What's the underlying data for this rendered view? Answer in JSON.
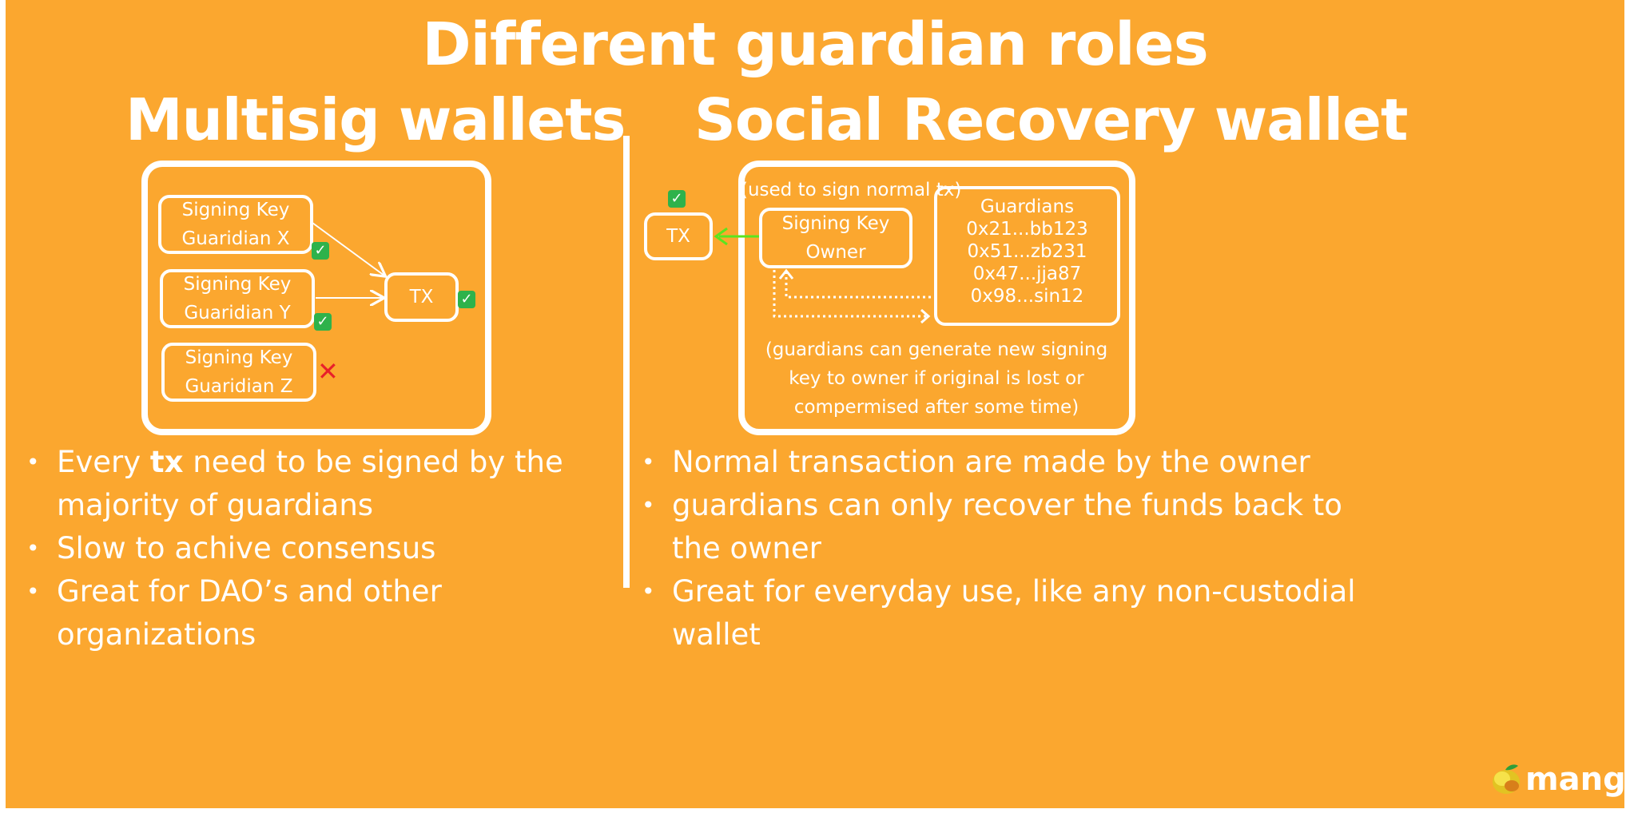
{
  "title": "Different guardian roles",
  "multisig": {
    "heading": "Multisig wallets",
    "keys": [
      {
        "line1": "Signing Key",
        "line2": "Guaridian X",
        "status": "check"
      },
      {
        "line1": "Signing Key",
        "line2": "Guaridian Y",
        "status": "check"
      },
      {
        "line1": "Signing Key",
        "line2": "Guaridian Z",
        "status": "cross"
      }
    ],
    "tx_label": "TX",
    "bullets": {
      "b1_pre": "Every ",
      "b1_bold": "tx",
      "b1_post": " need to be signed by the majority of guardians",
      "b2": "Slow to achive consensus",
      "b3": "Great for DAO’s and other organizations"
    }
  },
  "social": {
    "heading": "Social Recovery wallet",
    "used_note": "(used to sign normal tx)",
    "tx_label": "TX",
    "owner_key": {
      "line1": "Signing Key",
      "line2": "Owner"
    },
    "guardians_title": "Guardians",
    "guardians": [
      "0x21...bb123",
      "0x51...zb231",
      "0x47...jja87",
      "0x98...sin12"
    ],
    "recovery_note": "(guardians can generate new signing key to owner if original is lost or compermised after some time)",
    "bullets": [
      "Normal transaction are made by the owner",
      "guardians can only recover the funds back to the owner",
      "Great for everyday use, like any non-custodial wallet"
    ]
  },
  "logo": {
    "text": "mango"
  },
  "colors": {
    "background": "#FBA72F",
    "check": "#2EB24B",
    "cross": "#E8202A",
    "arrow_green": "#5BE51F"
  },
  "icons": {
    "check": "check-mark-icon",
    "cross": "cross-mark-icon",
    "logo": "mango-fruit-icon"
  }
}
